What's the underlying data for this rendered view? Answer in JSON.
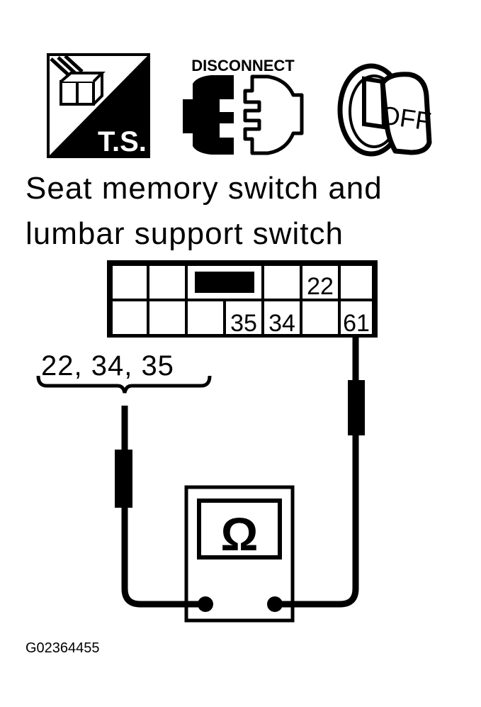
{
  "icons": {
    "trouble_shooting": {
      "name": "ts-icon",
      "label": "T.S."
    },
    "disconnect": {
      "name": "disconnect-connector-icon",
      "label": "DISCONNECT"
    },
    "ignition": {
      "name": "ignition-key-off-icon",
      "label": "OFF"
    }
  },
  "title": {
    "line1": "Seat memory switch and",
    "line2": "lumbar support switch"
  },
  "connector": {
    "top_row": [
      "",
      "",
      "",
      "",
      "22",
      ""
    ],
    "bottom_row": [
      "",
      "",
      "",
      "35",
      "34",
      "",
      "61"
    ],
    "lock_tab": "black-latch"
  },
  "probe_labels": {
    "left_group": "22, 34, 35",
    "right_terminal": "61"
  },
  "meter": {
    "symbol": "Ω",
    "type": "ohmmeter"
  },
  "figure_id": "G02364455"
}
